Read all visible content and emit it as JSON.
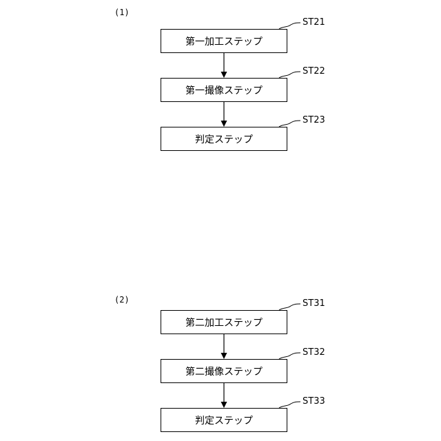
{
  "sections": [
    {
      "label": "(1)",
      "steps": [
        {
          "id": "ST21",
          "text": "第一加工ステップ"
        },
        {
          "id": "ST22",
          "text": "第一撮像ステップ"
        },
        {
          "id": "ST23",
          "text": "判定ステップ"
        }
      ]
    },
    {
      "label": "(2)",
      "steps": [
        {
          "id": "ST31",
          "text": "第二加工ステップ"
        },
        {
          "id": "ST32",
          "text": "第二撮像ステップ"
        },
        {
          "id": "ST33",
          "text": "判定ステップ"
        }
      ]
    }
  ]
}
